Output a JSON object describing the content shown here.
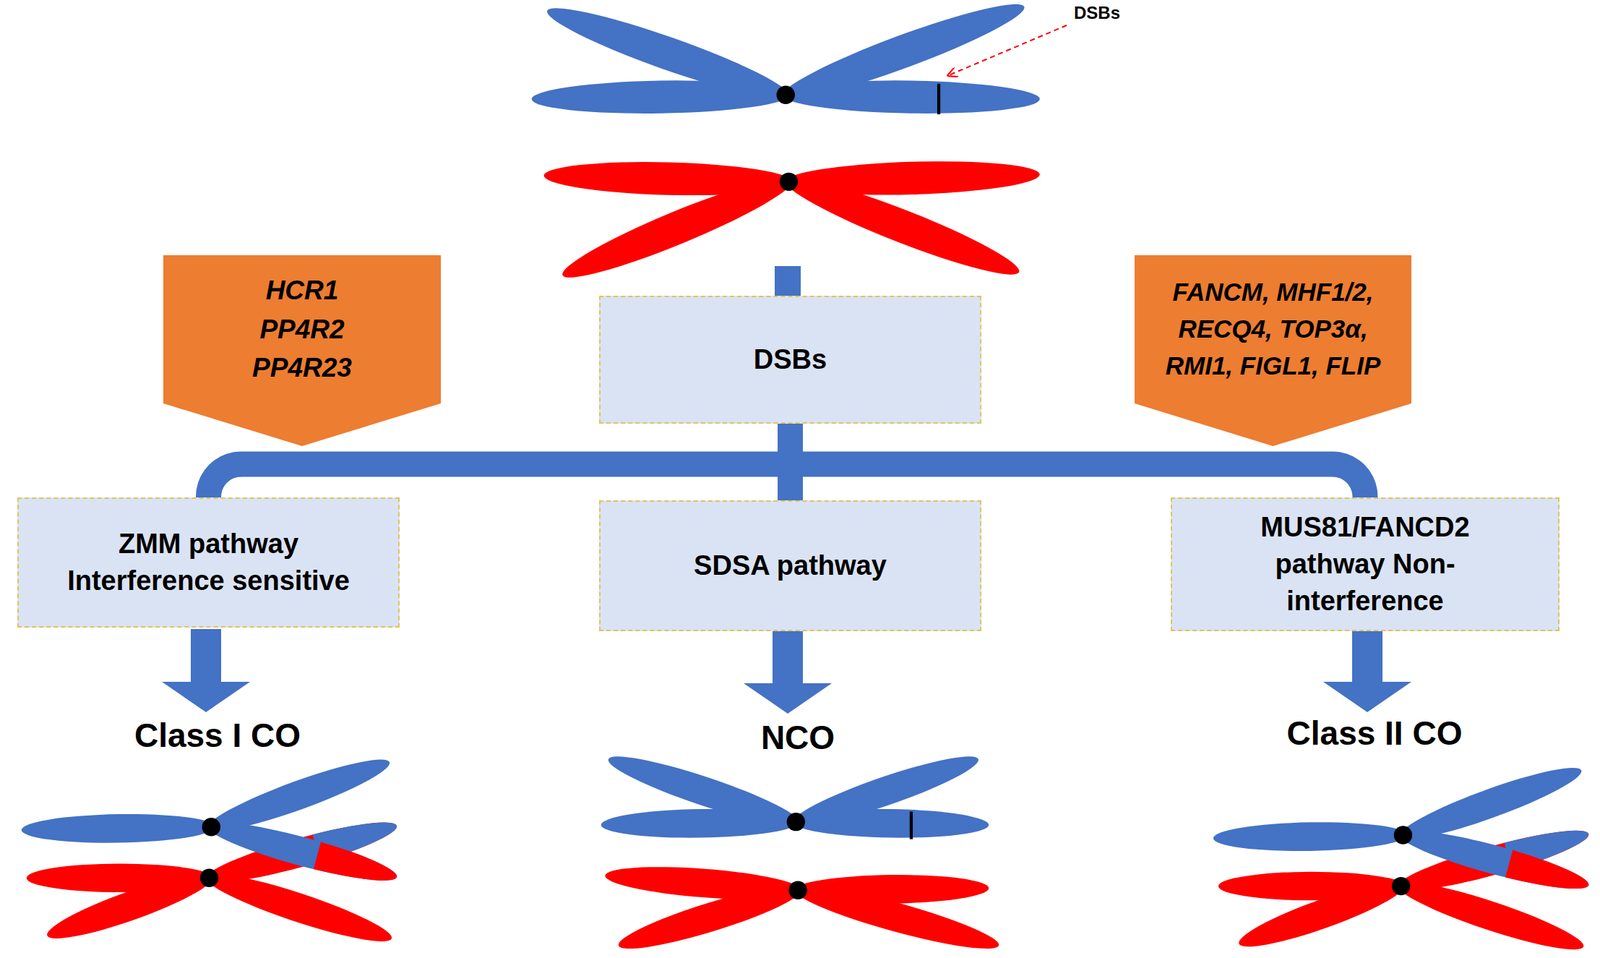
{
  "diagram": {
    "nodes": [
      {
        "text": [
          "HCR1 PP4R2 PP4R23"
        ]
      },
      {
        "text": [
          "DSBs"
        ]
      },
      {
        "text": [
          "FANCM, MHF1/2, RECQ4, TOP3α, RMI1, FIGL1, FLIP"
        ]
      },
      {
        "text": [
          "ZMM pathway Interference sensitive"
        ]
      },
      {
        "text": [
          "SDSA pathway"
        ]
      },
      {
        "text": [
          "MUS81/FANCD2 pathway Non-interference"
        ]
      }
    ],
    "edges": [
      {
        "from": 1,
        "to": 3,
        "arrow": "none"
      },
      {
        "from": 1,
        "to": 4,
        "arrow": "none"
      },
      {
        "from": 1,
        "to": 5,
        "arrow": "none"
      }
    ],
    "labels": [
      "DSBs",
      "Class I CO",
      "NCO",
      "Class II CO"
    ]
  }
}
